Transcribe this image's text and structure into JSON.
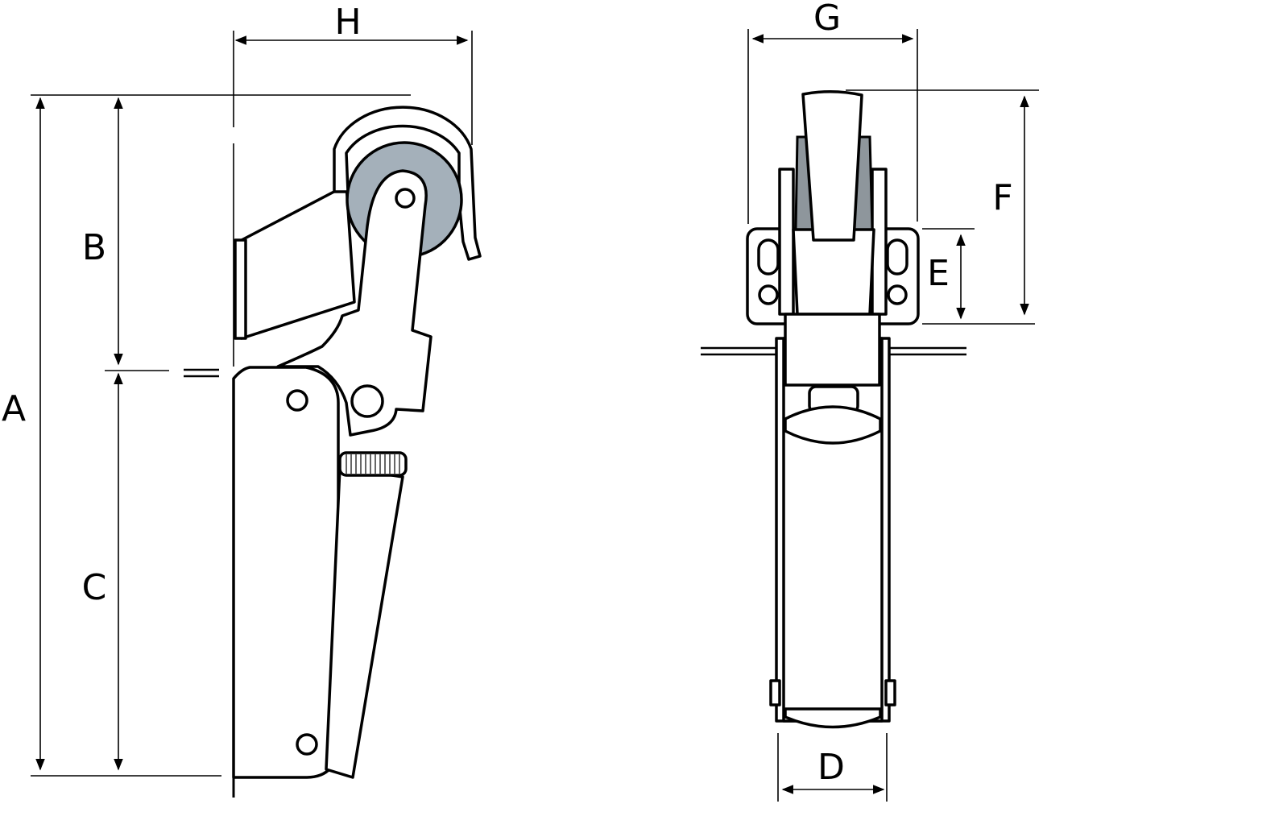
{
  "dimensions": {
    "A": "A",
    "B": "B",
    "C": "C",
    "D": "D",
    "E": "E",
    "F": "F",
    "G": "G",
    "H": "H"
  },
  "colors": {
    "roller": "#a4b0ba",
    "line": "#000000",
    "background": "#ffffff"
  }
}
